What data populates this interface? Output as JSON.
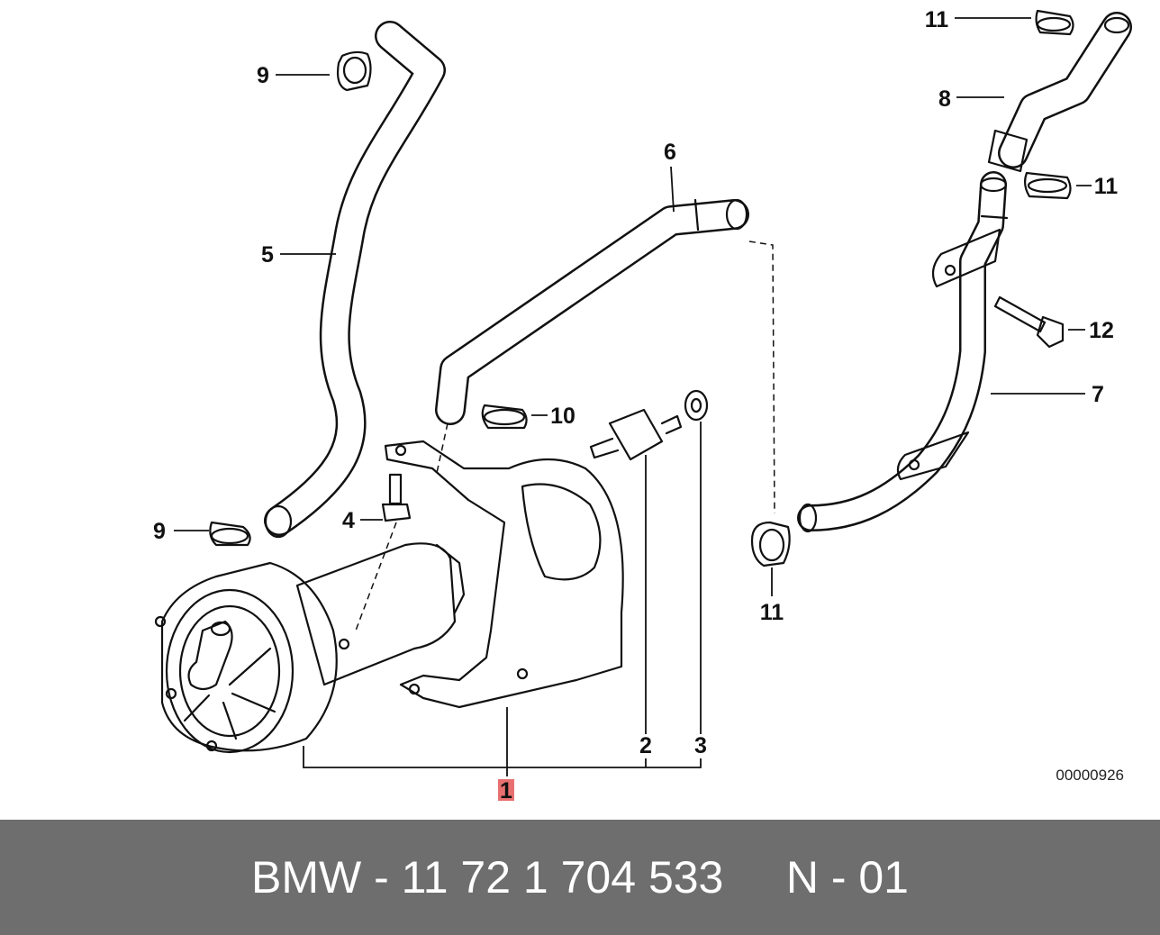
{
  "diagram": {
    "part_labels": {
      "p1": "1",
      "p2": "2",
      "p3": "3",
      "p4": "4",
      "p5": "5",
      "p6": "6",
      "p7": "7",
      "p8": "8",
      "p9a": "9",
      "p9b": "9",
      "p10": "10",
      "p11a": "11",
      "p11b": "11",
      "p11c": "11",
      "p12": "12"
    },
    "drawing_code": "00000926",
    "highlight_color": "#e87070"
  },
  "footer": {
    "text": "BMW - 11 72 1 704 533     N - 01",
    "background": "#6e6e6e"
  }
}
